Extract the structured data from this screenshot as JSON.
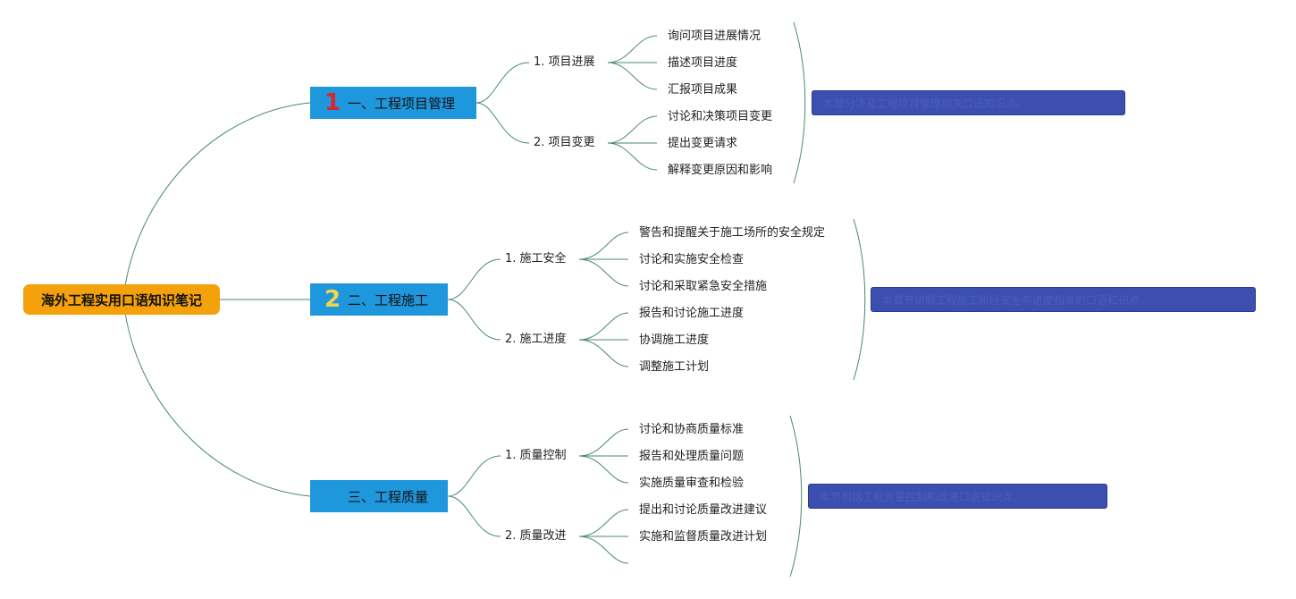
{
  "root": {
    "label": "海外工程实用口语知识笔记"
  },
  "branches": [
    {
      "marker": "1",
      "marker_color": "#d9262e",
      "label": "一、工程项目管理",
      "groups": [
        {
          "label": "1. 项目进展",
          "items": [
            "询问项目进展情况",
            "描述项目进度",
            "汇报项目成果"
          ]
        },
        {
          "label": "2. 项目变更",
          "items": [
            "讨论和决策项目变更",
            "提出变更请求",
            "解释变更原因和影响"
          ]
        }
      ],
      "summary": "本部分涉及工程项目管理相关口语知识点。"
    },
    {
      "marker": "2",
      "marker_color": "#f0d64a",
      "label": "二、工程施工",
      "groups": [
        {
          "label": "1. 施工安全",
          "items": [
            "警告和提醒关于施工场所的安全规定",
            "讨论和实施安全检查",
            "讨论和采取紧急安全措施"
          ]
        },
        {
          "label": "2. 施工进度",
          "items": [
            "报告和讨论施工进度",
            "协调施工进度",
            "调整施工计划"
          ]
        }
      ],
      "summary": "本章节讲解工程施工阶段安全与进度相关的口语知识点。"
    },
    {
      "marker": "",
      "marker_color": "#1e97dd",
      "label": "三、工程质量",
      "groups": [
        {
          "label": "1. 质量控制",
          "items": [
            "讨论和协商质量标准",
            "报告和处理质量问题",
            "实施质量审查和检验"
          ]
        },
        {
          "label": "2. 质量改进",
          "items": [
            "提出和讨论质量改进建议",
            "实施和监督质量改进计划",
            ""
          ]
        }
      ],
      "summary": "本节包括工程质量控制和改进口语知识点。"
    }
  ],
  "colors": {
    "root": "#f4a10b",
    "main": "#1e97dd",
    "line": "#4a8a6e",
    "summary": "#3c4fb0"
  }
}
